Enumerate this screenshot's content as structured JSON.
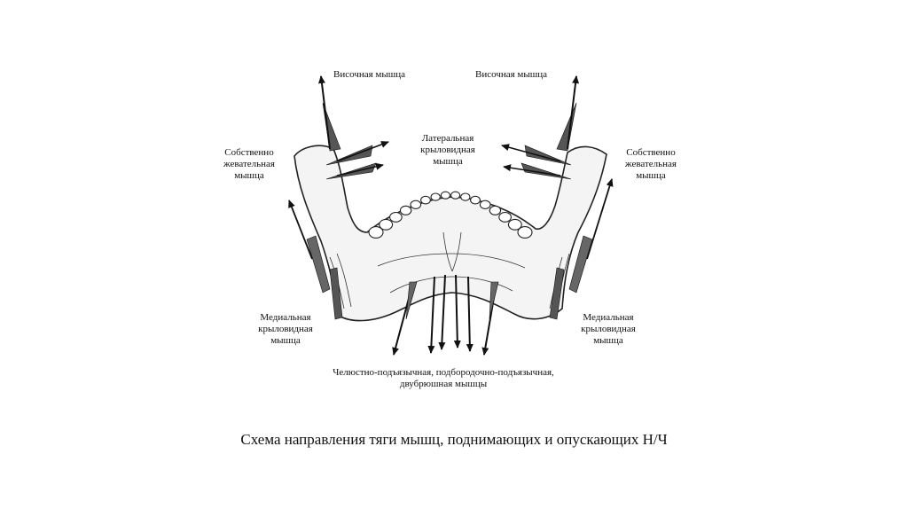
{
  "diagram": {
    "labels": {
      "temporal_left": "Височная мышца",
      "temporal_right": "Височная мышца",
      "masseter_left": "Собственно\nжевательная\nмышца",
      "masseter_right": "Собственно\nжевательная\nмышца",
      "lateral_pterygoid": "Латеральная\nкрыловидная\nмышца",
      "medial_pterygoid_left": "Медиальная\nкрыловидная\nмышца",
      "medial_pterygoid_right": "Медиальная\nкрыловидная\nмышца",
      "depressors": "Челюстно-подъязычная, подбородочно-подъязычная,\nдвубрюшная мышцы"
    }
  },
  "caption": "Схема направления тяги мышц, поднимающих и опускающих Н/Ч",
  "colors": {
    "ink": "#111111",
    "bone_fill": "#f4f4f4",
    "background": "#ffffff"
  }
}
